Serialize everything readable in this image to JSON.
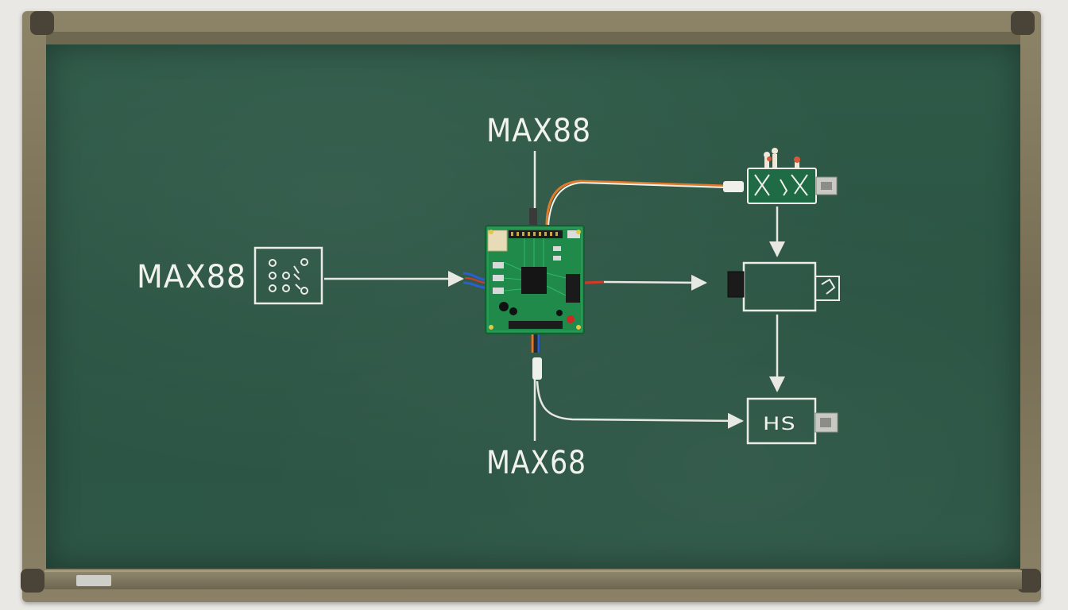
{
  "labels": {
    "top": "MAX88",
    "left": "MAX88",
    "bottom": "MAX68",
    "module_bottom": "HS"
  },
  "colors": {
    "chalkboard": "#2d5646",
    "frame": "#7f775d",
    "chalk": "#f2f2ec",
    "pcb": "#1f8a4a",
    "wire_orange": "#e07a2a",
    "wire_blue": "#2a5fd0",
    "wire_red": "#d23a2a"
  },
  "icons": {
    "main_board": "pcb-board-icon",
    "sensor_block": "sensor-block-icon",
    "top_module": "usb-module-icon",
    "mid_module": "relay-box-icon",
    "bottom_module": "usb-hs-module-icon"
  }
}
